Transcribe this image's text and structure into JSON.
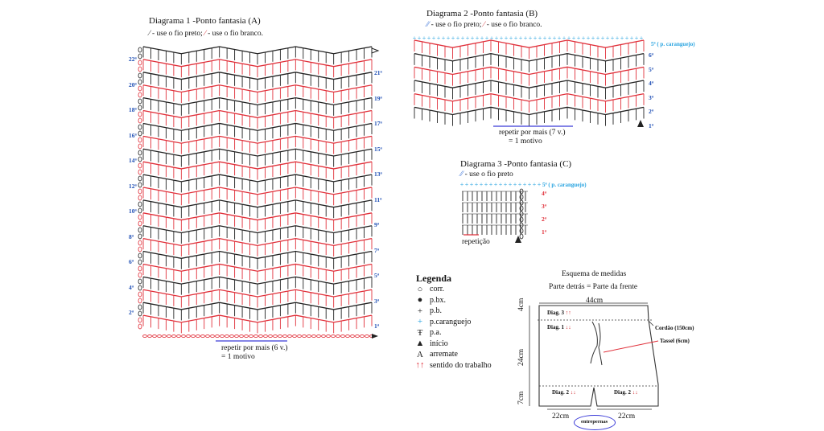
{
  "diagram_a": {
    "title": "Diagrama 1 -Ponto fantasia (A)",
    "yarn_black": "- use o fio preto;",
    "yarn_white": "- use o fio branco.",
    "rows_left": [
      "22ª",
      "20ª",
      "18ª",
      "16ª",
      "14ª",
      "12ª",
      "10ª",
      "8ª",
      "6ª",
      "4ª",
      "2ª"
    ],
    "rows_right": [
      "21ª",
      "19ª",
      "17ª",
      "15ª",
      "13ª",
      "11ª",
      "9ª",
      "7ª",
      "5ª",
      "3ª",
      "1ª"
    ],
    "repeat": "repetir por mais (6 v.)",
    "motif": "= 1 motivo"
  },
  "diagram_b": {
    "title": "Diagrama 2 -Ponto fantasia (B)",
    "yarn_black": "- use o fio preto;",
    "yarn_white": "- use o fio branco.",
    "rows_right": [
      "6ª",
      "5ª",
      "4ª",
      "3ª",
      "2ª",
      "1ª"
    ],
    "crab": "5ª ( p. caranguejo)",
    "repeat": "repetir por mais (7 v.)",
    "motif": "= 1 motivo"
  },
  "diagram_c": {
    "title": "Diagrama 3 -Ponto fantasia (C)",
    "yarn_black": "- use o fio preto",
    "rows_right": [
      "4ª",
      "3ª",
      "2ª",
      "1ª"
    ],
    "crab": "5ª ( p. caranguejo)",
    "repeat": "repetição"
  },
  "legend": {
    "title": "Legenda",
    "items": [
      {
        "sym": "○",
        "label": "corr."
      },
      {
        "sym": "●",
        "label": "p.bx."
      },
      {
        "sym": "+",
        "label": "p.b."
      },
      {
        "sym": "+",
        "label": "p.caranguejo"
      },
      {
        "sym": "Ŧ",
        "label": "p.a."
      },
      {
        "sym": "▲",
        "label": "início"
      },
      {
        "sym": "A",
        "label": "arremate"
      },
      {
        "sym": "↑↑",
        "label": "sentido do trabalho"
      }
    ]
  },
  "schema": {
    "title": "Esquema de medidas",
    "subtitle": "Parte detrás = Parte da frente",
    "top_width": "44cm",
    "h1": "4cm",
    "h2": "24cm",
    "h3": "7cm",
    "bottom_left": "22cm",
    "bottom_right": "22cm",
    "diag3": "Diag. 3",
    "diag1": "Diag. 1",
    "diag2_left": "Diag. 2",
    "diag2_right": "Diag. 2",
    "cord": "Cordão (150cm)",
    "tassel": "Tassel (6cm)",
    "crotch": "entrepernas"
  },
  "colors": {
    "black": "#222222",
    "red": "#e0303a",
    "blue": "#1f4fb5",
    "cyan": "#27a3e0"
  }
}
